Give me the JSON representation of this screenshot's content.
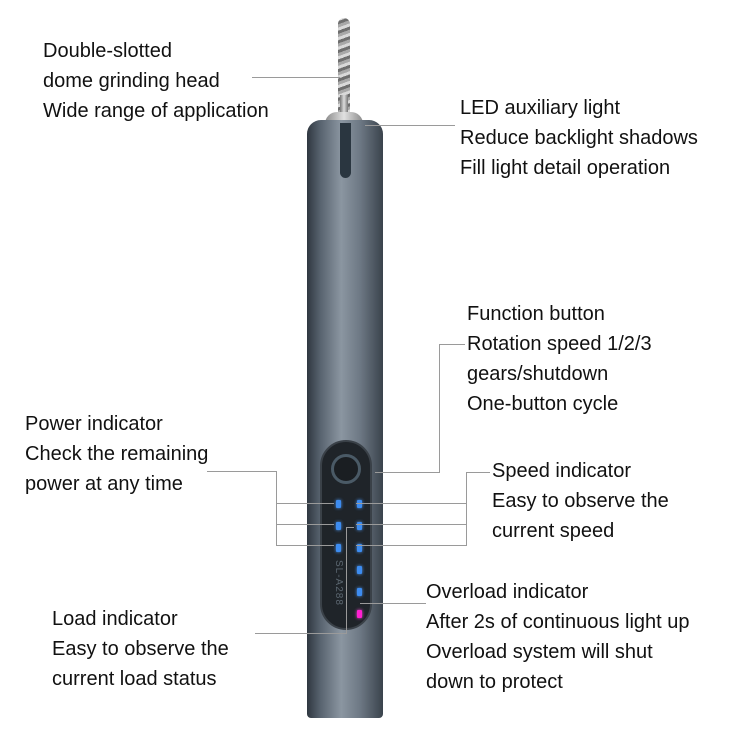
{
  "device": {
    "model_text": "SL-A288",
    "colors": {
      "body": "#6d7884",
      "speed_led": "#3d8cf0",
      "overload_led": "#ff1fd1",
      "panel": "#1f2429"
    }
  },
  "callouts": {
    "grinding_head": {
      "lines": [
        "Double-slotted",
        "dome grinding head",
        "Wide range of application"
      ]
    },
    "led_light": {
      "lines": [
        "LED auxiliary light",
        "Reduce backlight shadows",
        "Fill light detail operation"
      ]
    },
    "function_button": {
      "lines": [
        "Function button",
        "Rotation speed 1/2/3",
        "gears/shutdown",
        "One-button cycle"
      ]
    },
    "power_indicator": {
      "lines": [
        "Power indicator",
        "Check the remaining",
        "power at any time"
      ]
    },
    "speed_indicator": {
      "lines": [
        "Speed indicator",
        "Easy to observe the",
        "current speed"
      ]
    },
    "overload_indicator": {
      "lines": [
        "Overload indicator",
        "After 2s of continuous light up",
        "Overload system will shut",
        "down to protect"
      ]
    },
    "load_indicator": {
      "lines": [
        "Load indicator",
        "Easy to observe the",
        "current load status"
      ]
    }
  }
}
